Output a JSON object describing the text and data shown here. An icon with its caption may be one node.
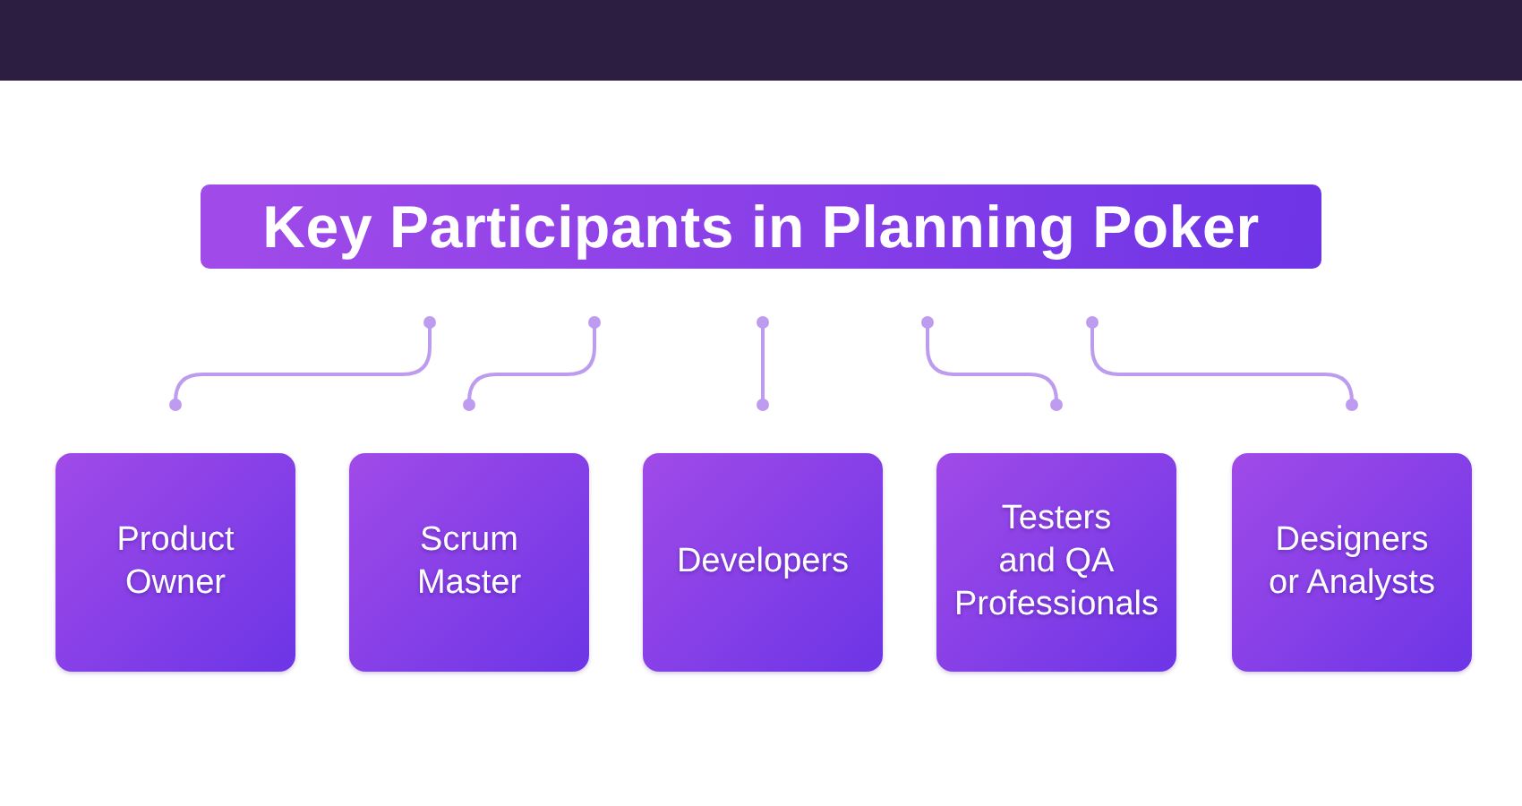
{
  "diagram": {
    "nodes": [
      {
        "text": [
          "Key Participants in Planning Poker"
        ]
      },
      {
        "text": [
          "Product Owner"
        ]
      },
      {
        "text": [
          "Scrum Master"
        ]
      },
      {
        "text": [
          "Developers"
        ]
      },
      {
        "text": [
          "Testers and QA Professionals"
        ]
      },
      {
        "text": [
          "Designers or Analysts"
        ]
      }
    ],
    "edges": [
      {
        "from": 0,
        "to": 1,
        "arrow": "other"
      },
      {
        "from": 0,
        "to": 2,
        "arrow": "other"
      },
      {
        "from": 0,
        "to": 3,
        "arrow": "other"
      },
      {
        "from": 0,
        "to": 4,
        "arrow": "other"
      },
      {
        "from": 0,
        "to": 5,
        "arrow": "other"
      }
    ]
  }
}
